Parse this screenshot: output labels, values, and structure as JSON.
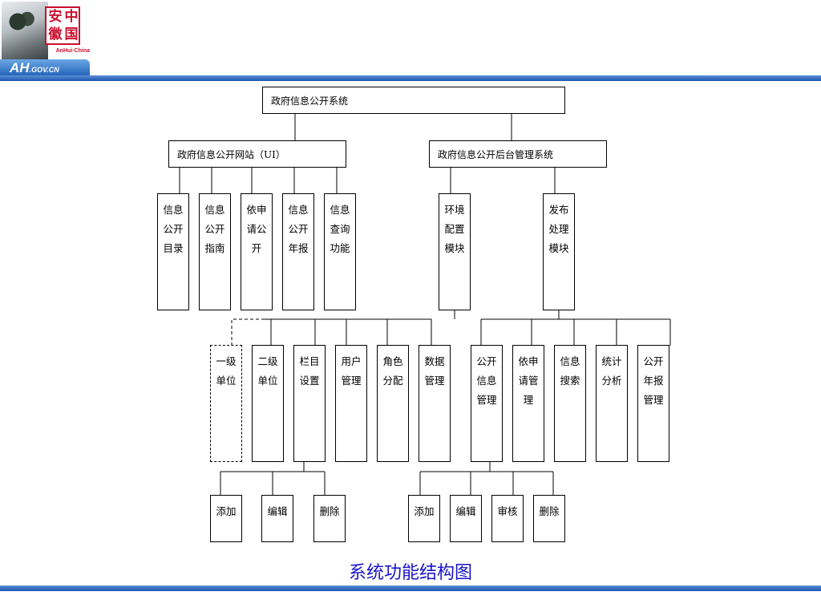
{
  "logo": {
    "seal_chars": [
      "安",
      "中",
      "徽",
      "国"
    ],
    "caption": "AnHui·China",
    "badge_main": "AH",
    "badge_suffix": ".GOV.CN",
    "seal_color": "#c8102e"
  },
  "colors": {
    "bar_blue": "#1c56b0",
    "caption_blue": "#1a14c9",
    "line": "#000000"
  },
  "diagram": {
    "root": "政府信息公开系统",
    "portal": "政府信息公开网站（UI）",
    "backend": "政府信息公开后台管理系统",
    "portal_modules": [
      "信息公开目录",
      "信息公开指南",
      "依申请公开",
      "信息公开年报",
      "信息查询功能"
    ],
    "env_module": "环境配置模块",
    "publish_module": "发布处理模块",
    "env_children": [
      "一级单位",
      "二级单位",
      "栏目设置",
      "用户管理",
      "角色分配",
      "数据管理"
    ],
    "publish_children": [
      "公开信息管理",
      "依申请管理",
      "信息搜索",
      "统计分析",
      "公开年报管理"
    ],
    "column_ops": [
      "添加",
      "编辑",
      "删除"
    ],
    "info_ops": [
      "添加",
      "编辑",
      "审核",
      "删除"
    ],
    "caption": "系统功能结构图"
  }
}
